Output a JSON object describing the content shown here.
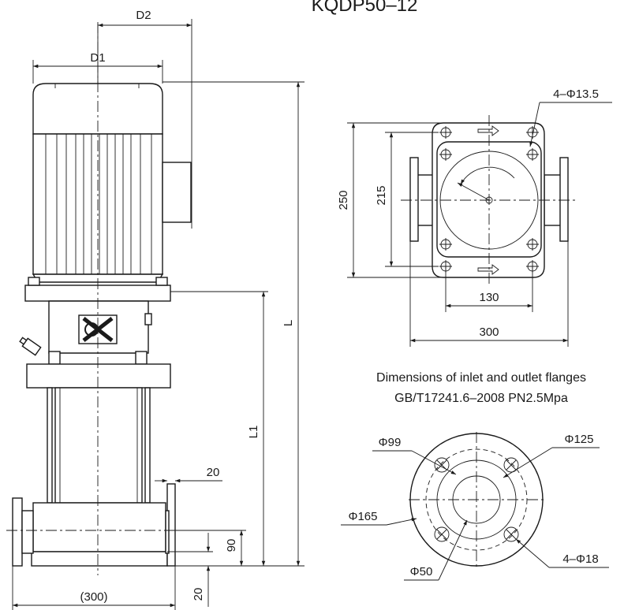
{
  "title": "KQDP50–12",
  "side_view": {
    "dims": {
      "d2": "D2",
      "d1": "D1",
      "l": "L",
      "l1": "L1",
      "flange_thk": "20",
      "base_h": "90",
      "base_thk": "20",
      "width": "(300)"
    }
  },
  "top_view": {
    "dims": {
      "bolts": "4–Φ13.5",
      "h_outer": "250",
      "h_inner": "215",
      "w_inner": "130",
      "w_outer": "300"
    }
  },
  "flange_section": {
    "caption_line1": "Dimensions of inlet and outlet flanges",
    "caption_line2": "GB/T17241.6–2008  PN2.5Mpa"
  },
  "flange_view": {
    "dims": {
      "d99": "Φ99",
      "d125": "Φ125",
      "d165": "Φ165",
      "d50": "Φ50",
      "bolts": "4–Φ18"
    }
  }
}
